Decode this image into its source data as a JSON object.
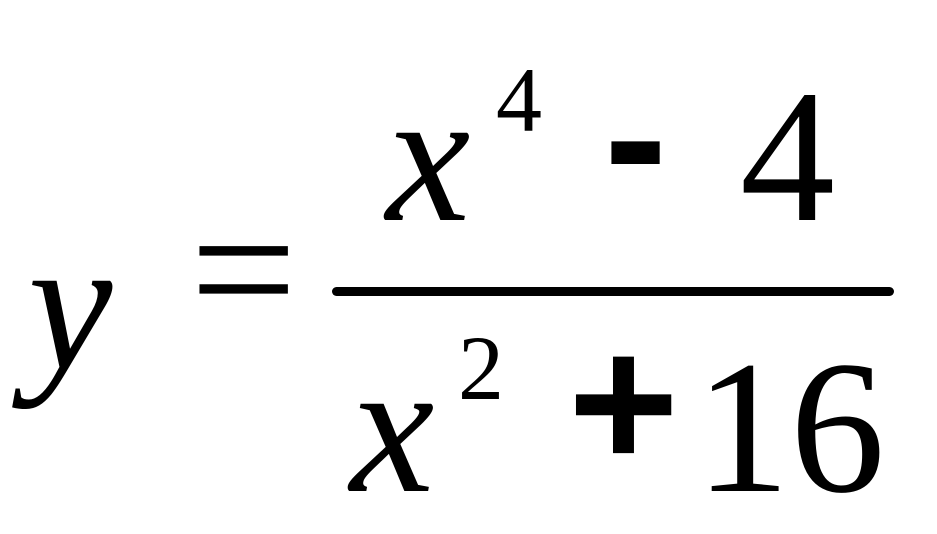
{
  "equation": {
    "lhs": "y",
    "equals": "=",
    "numerator": {
      "base": "x",
      "exponent": "4",
      "operator": "-",
      "constant": "4"
    },
    "denominator": {
      "base": "x",
      "exponent": "2",
      "operator": "+",
      "constant": "16"
    }
  }
}
